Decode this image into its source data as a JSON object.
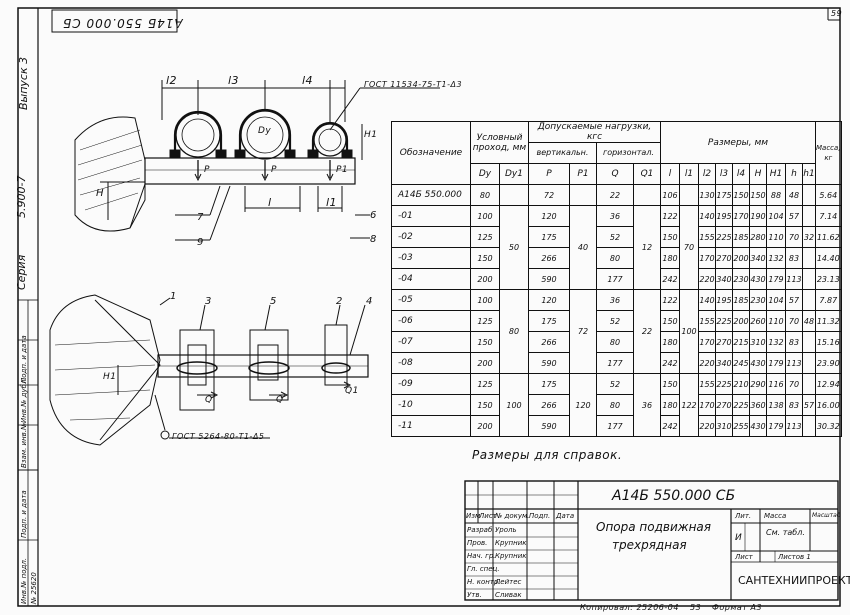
{
  "sheet": {
    "top_code": "А14Б 550.000 СБ",
    "volume": "Выпуск 3",
    "series": "5.900-7",
    "series_label": "Серия",
    "corner_mark": "59"
  },
  "drawing": {
    "labels": {
      "l2": "l2",
      "l3": "l3",
      "l4": "l4",
      "l": "l",
      "l1": "l1",
      "Dy": "Dy",
      "H": "H",
      "H1": "H1",
      "P": "P",
      "P1": "P1",
      "Q": "Q",
      "Q1": "Q1",
      "n6": "6",
      "n7": "7",
      "n8": "8",
      "n9": "9",
      "n1": "1",
      "n2": "2",
      "n3": "3",
      "n4": "4",
      "n5": "5"
    },
    "gost_top": "ГОСТ 11534-75-Т1-Δ3",
    "gost_bottom": "ГОСТ 5264-80-Т1-Δ5"
  },
  "table": {
    "headers": {
      "designation": "Обозначение",
      "nominal_bore": "Условный проход, мм",
      "dy": "Dy",
      "dy1": "Dy1",
      "loads": "Допускаемые нагрузки, кгс",
      "vertical": "вертикальн.",
      "horizontal": "горизонтал.",
      "P": "P",
      "P1": "P1",
      "Q": "Q",
      "Q1": "Q1",
      "dimensions": "Размеры, мм",
      "l": "l",
      "l1": "l1",
      "l2": "l2",
      "l3": "l3",
      "l4": "l4",
      "H": "H",
      "H1": "H1",
      "h": "h",
      "h1": "h1",
      "mass": "Масса, кг"
    },
    "rows": [
      {
        "des": "А14Б 550.000",
        "dy": "80",
        "dy1": "",
        "p": "72",
        "p1": "",
        "q": "22",
        "q1": "",
        "l": "106",
        "l1": "",
        "l2": "130",
        "l3": "175",
        "l4": "150",
        "H": "150",
        "H1": "88",
        "h": "48",
        "h1": "",
        "m": "5.64"
      },
      {
        "des": "-01",
        "dy": "100",
        "dy1": "",
        "p": "120",
        "p1": "",
        "q": "36",
        "q1": "",
        "l": "122",
        "l1": "",
        "l2": "140",
        "l3": "195",
        "l4": "170",
        "H": "190",
        "H1": "104",
        "h": "57",
        "h1": "",
        "m": "7.14"
      },
      {
        "des": "-02",
        "dy": "125",
        "dy1": "",
        "p": "175",
        "p1": "",
        "q": "52",
        "q1": "",
        "l": "150",
        "l1": "",
        "l2": "155",
        "l3": "225",
        "l4": "185",
        "H": "280",
        "H1": "110",
        "h": "70",
        "h1": "32",
        "m": "11.62"
      },
      {
        "des": "-03",
        "dy": "150",
        "dy1": "",
        "p": "266",
        "p1": "",
        "q": "80",
        "q1": "",
        "l": "180",
        "l1": "",
        "l2": "170",
        "l3": "270",
        "l4": "200",
        "H": "340",
        "H1": "132",
        "h": "83",
        "h1": "",
        "m": "14.40"
      },
      {
        "des": "-04",
        "dy": "200",
        "dy1": "",
        "p": "590",
        "p1": "",
        "q": "177",
        "q1": "",
        "l": "242",
        "l1": "",
        "l2": "220",
        "l3": "340",
        "l4": "230",
        "H": "430",
        "H1": "179",
        "h": "113",
        "h1": "",
        "m": "23.13"
      },
      {
        "des": "-05",
        "dy": "100",
        "dy1": "",
        "p": "120",
        "p1": "",
        "q": "36",
        "q1": "",
        "l": "122",
        "l1": "",
        "l2": "140",
        "l3": "195",
        "l4": "185",
        "H": "230",
        "H1": "104",
        "h": "57",
        "h1": "",
        "m": "7.87"
      },
      {
        "des": "-06",
        "dy": "125",
        "dy1": "",
        "p": "175",
        "p1": "",
        "q": "52",
        "q1": "",
        "l": "150",
        "l1": "",
        "l2": "155",
        "l3": "225",
        "l4": "200",
        "H": "260",
        "H1": "110",
        "h": "70",
        "h1": "48",
        "m": "11.32"
      },
      {
        "des": "-07",
        "dy": "150",
        "dy1": "",
        "p": "266",
        "p1": "",
        "q": "80",
        "q1": "",
        "l": "180",
        "l1": "",
        "l2": "170",
        "l3": "270",
        "l4": "215",
        "H": "310",
        "H1": "132",
        "h": "83",
        "h1": "",
        "m": "15.16"
      },
      {
        "des": "-08",
        "dy": "200",
        "dy1": "",
        "p": "590",
        "p1": "",
        "q": "177",
        "q1": "",
        "l": "242",
        "l1": "",
        "l2": "220",
        "l3": "340",
        "l4": "245",
        "H": "430",
        "H1": "179",
        "h": "113",
        "h1": "",
        "m": "23.90"
      },
      {
        "des": "-09",
        "dy": "125",
        "dy1": "",
        "p": "175",
        "p1": "",
        "q": "52",
        "q1": "",
        "l": "150",
        "l1": "",
        "l2": "155",
        "l3": "225",
        "l4": "210",
        "H": "290",
        "H1": "116",
        "h": "70",
        "h1": "",
        "m": "12.94"
      },
      {
        "des": "-10",
        "dy": "150",
        "dy1": "",
        "p": "266",
        "p1": "",
        "q": "80",
        "q1": "",
        "l": "180",
        "l1": "",
        "l2": "170",
        "l3": "270",
        "l4": "225",
        "H": "360",
        "H1": "138",
        "h": "83",
        "h1": "57",
        "m": "16.00"
      },
      {
        "des": "-11",
        "dy": "200",
        "dy1": "",
        "p": "590",
        "p1": "",
        "q": "177",
        "q1": "",
        "l": "242",
        "l1": "",
        "l2": "220",
        "l3": "310",
        "l4": "255",
        "H": "430",
        "H1": "179",
        "h": "113",
        "h1": "",
        "m": "30.32"
      }
    ],
    "merged": {
      "dy1_a": "50",
      "dy1_b": "80",
      "dy1_c": "100",
      "p1_a": "40",
      "p1_b": "72",
      "p1_c": "120",
      "q1_a": "12",
      "q1_b": "22",
      "q1_c": "36",
      "l1_a": "70",
      "l1_b": "100",
      "l1_c": "122"
    }
  },
  "note": "Размеры для справок.",
  "titleblock": {
    "code": "А14Б 550.000 СБ",
    "name_line1": "Опора подвижная",
    "name_line2": "трехрядная",
    "lit": "Лит.",
    "mass": "Масса",
    "scale": "Масштаб",
    "lit_val": "И",
    "mass_val": "См. табл.",
    "sheet": "Лист",
    "sheets": "Листов 1",
    "org": "САНТЕХНИИПРОЕКТ",
    "hdr": [
      "Изм",
      "Лист",
      "№ докум.",
      "Подп.",
      "Дата"
    ],
    "people": [
      {
        "role": "Разраб.",
        "name": "Уроль"
      },
      {
        "role": "Пров.",
        "name": "Крупник"
      },
      {
        "role": "Нач. гр.",
        "name": "Крупник"
      },
      {
        "role": "Гл. спец.",
        "name": ""
      },
      {
        "role": "Н. контр.",
        "name": "Лейтес"
      },
      {
        "role": "Утв.",
        "name": "Сливак"
      }
    ],
    "copied": "Копировал: 25206-04",
    "copied_num": "53",
    "format": "Формат А3"
  },
  "side": {
    "cells": [
      "Инв.№ подл.",
      "Подп. и дата",
      "Взам. инв.№",
      "Инв.№ дубл.",
      "Подп. и дата"
    ],
    "inv": "№ 25620"
  }
}
